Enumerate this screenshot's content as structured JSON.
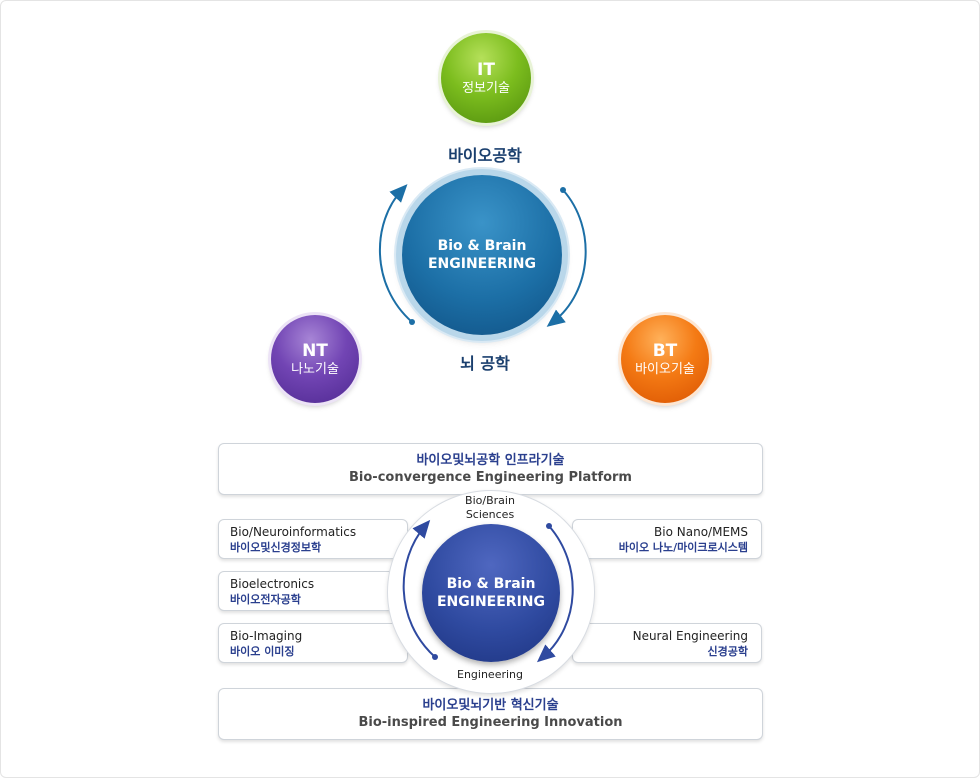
{
  "technologies": {
    "it": {
      "abbr": "IT",
      "name": "정보기술",
      "color": "#7cbd1e"
    },
    "nt": {
      "abbr": "NT",
      "name": "나노기술",
      "color": "#7245b4"
    },
    "bt": {
      "abbr": "BT",
      "name": "바이오기술",
      "color": "#f47a14"
    }
  },
  "top_diagram": {
    "label_top": "바이오공학",
    "label_bottom": "뇌 공학",
    "core_line1": "Bio & Brain",
    "core_line2": "ENGINEERING",
    "accent": "#1c6fa6"
  },
  "platform": {
    "korean": "바이오및뇌공학 인프라기술",
    "english": "Bio-convergence Engineering Platform"
  },
  "innovation": {
    "korean": "바이오및뇌기반 혁신기술",
    "english": "Bio-inspired Engineering Innovation"
  },
  "left_fields": [
    {
      "english": "Bio/Neuroinformatics",
      "korean": "바이오및신경정보학"
    },
    {
      "english": "Bioelectronics",
      "korean": "바이오전자공학"
    },
    {
      "english": "Bio-Imaging",
      "korean": "바이오 이미징"
    }
  ],
  "right_fields": [
    {
      "english": "Bio Nano/MEMS",
      "korean": "바이오 나노/마이크로시스템"
    },
    {
      "english": "Neural Engineering",
      "korean": "신경공학"
    }
  ],
  "bottom_core": {
    "top_label_line1": "Bio/Brain",
    "top_label_line2": "Sciences",
    "bottom_label": "Engineering",
    "core_line1": "Bio & Brain",
    "core_line2": "ENGINEERING",
    "accent": "#2f4aa0"
  }
}
